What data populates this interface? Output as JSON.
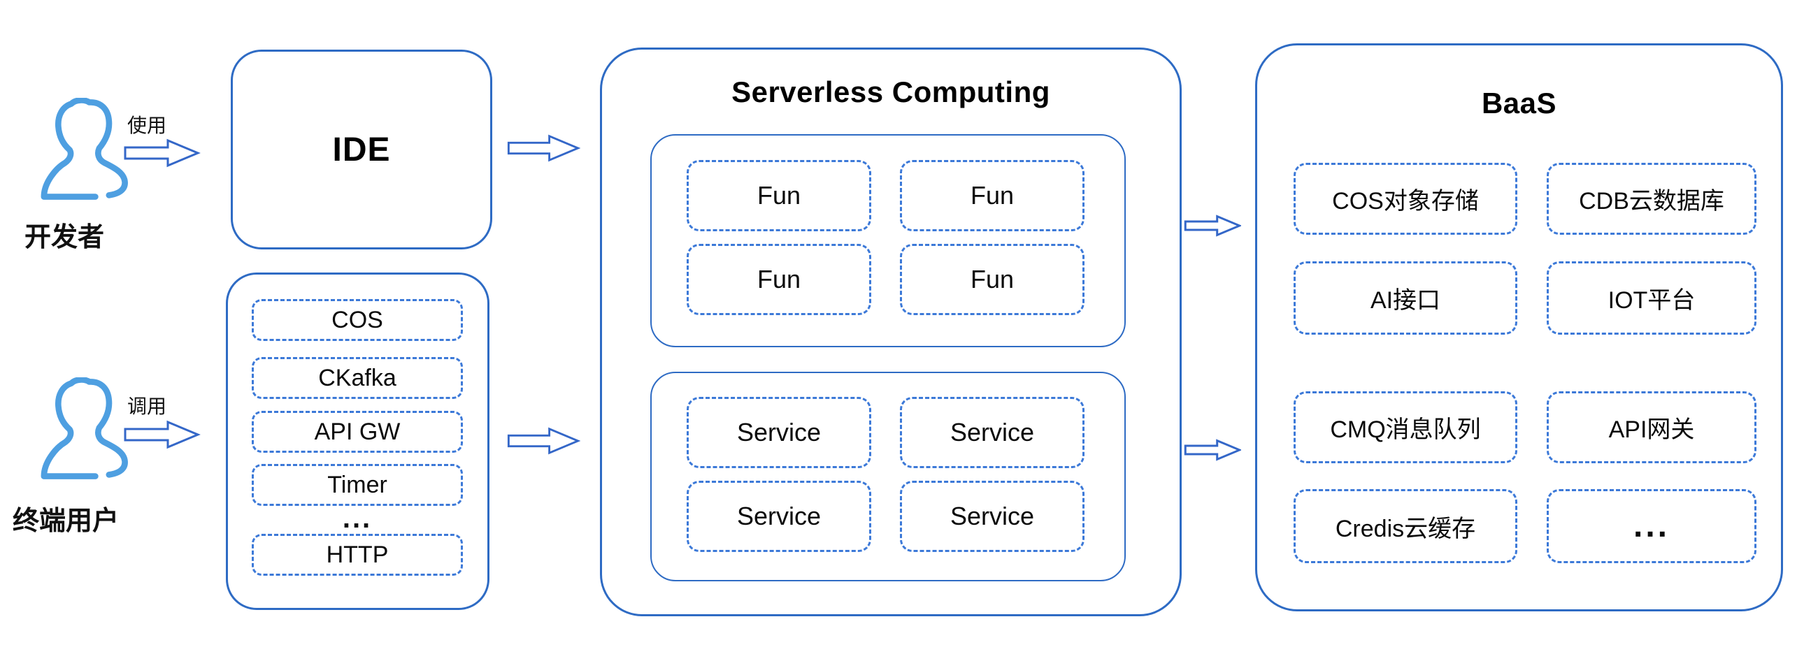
{
  "colors": {
    "solid_border": "#2e6bc4",
    "dashed_border": "#3c79d8",
    "user_icon_blue": "#4e9fe1",
    "arrow_stroke": "#3467c8",
    "text": "#000000"
  },
  "actors": {
    "developer": {
      "label": "开发者",
      "arrow_label": "使用"
    },
    "end_user": {
      "label": "终端用户",
      "arrow_label": "调用"
    }
  },
  "ide": {
    "label": "IDE"
  },
  "event_sources": {
    "items": [
      "COS",
      "CKafka",
      "API GW",
      "Timer",
      "HTTP"
    ],
    "ellipsis": "..."
  },
  "serverless": {
    "title": "Serverless Computing",
    "functions": [
      "Fun",
      "Fun",
      "Fun",
      "Fun"
    ],
    "services": [
      "Service",
      "Service",
      "Service",
      "Service"
    ]
  },
  "baas": {
    "title": "BaaS",
    "items": [
      "COS对象存储",
      "CDB云数据库",
      "AI接口",
      "IOT平台",
      "CMQ消息队列",
      "API网关",
      "Credis云缓存"
    ],
    "ellipsis": "..."
  }
}
